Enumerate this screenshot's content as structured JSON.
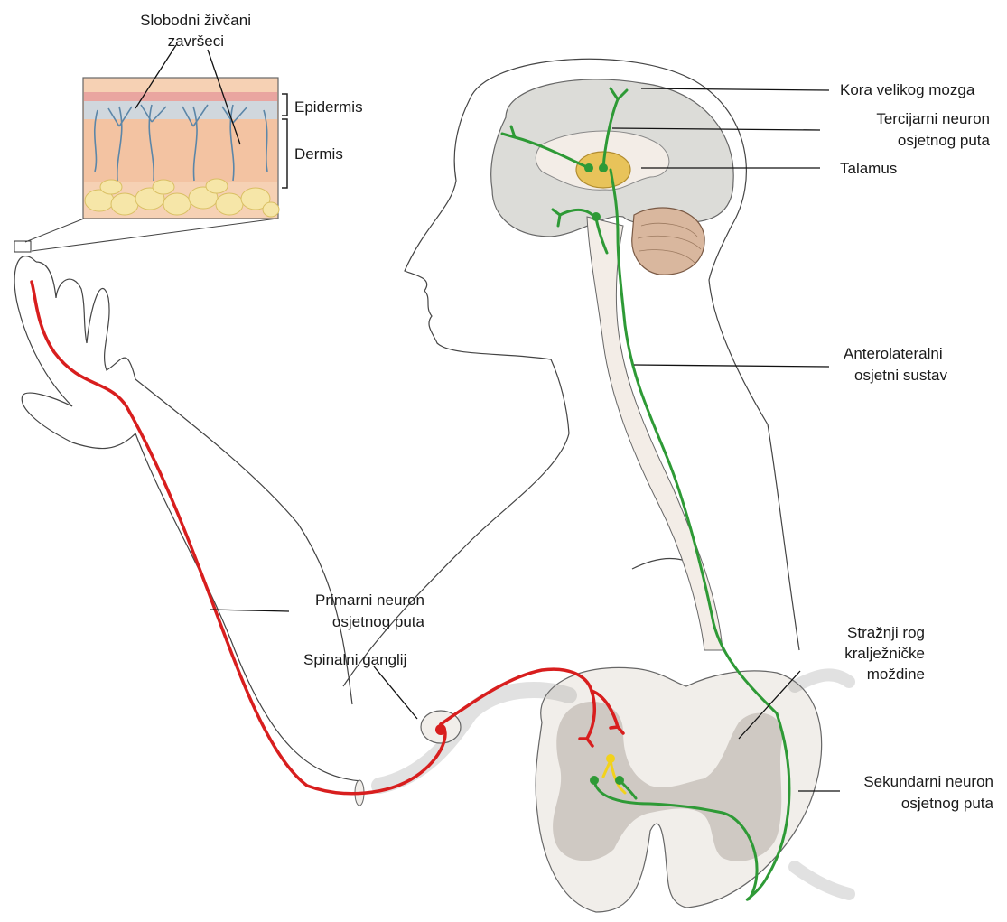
{
  "labels": {
    "free_nerve_endings": [
      "Slobodni živčani",
      "završeci"
    ],
    "epidermis": "Epidermis",
    "dermis": "Dermis",
    "cerebral_cortex": "Kora velikog mozga",
    "tertiary_neuron": [
      "Tercijarni neuron",
      "osjetnog puta"
    ],
    "thalamus": "Talamus",
    "anterolateral_system": [
      "Anterolateralni",
      "osjetni sustav"
    ],
    "primary_neuron": [
      "Primarni neuron",
      "osjetnog puta"
    ],
    "spinal_ganglion": "Spinalni ganglij",
    "dorsal_horn": [
      "Stražnji rog",
      "kralježničke",
      "moždine"
    ],
    "secondary_neuron": [
      "Sekundarni neuron",
      "osjetnog puta"
    ]
  },
  "colors": {
    "primary_neuron": "#d81e1e",
    "secondary_neuron": "#2e9a36",
    "interneuron": "#f2d21c",
    "outline": "#4a4a4a",
    "grey_matter": "#cfc9c3",
    "brain": "#dcdcd8",
    "thalamus": "#e8c35a",
    "cerebellum": "#d9b79e",
    "skin_dermis": "#f3c9a9",
    "fat": "#f6e6a8"
  }
}
